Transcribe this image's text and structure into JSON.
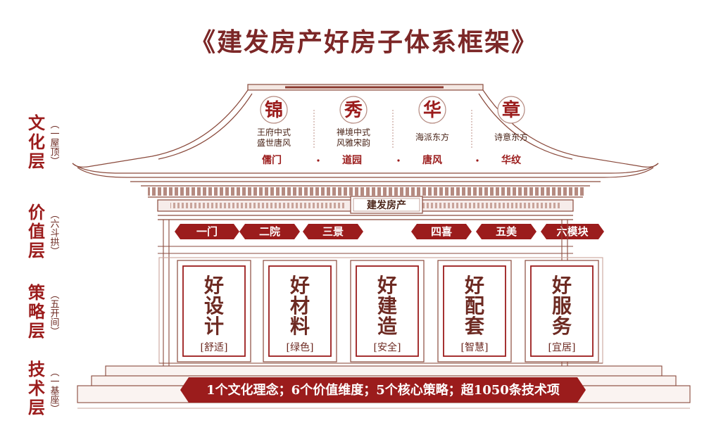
{
  "title": "《建发房产好房子体系框架》",
  "layers": [
    {
      "name": [
        "文",
        "化",
        "层"
      ],
      "note": "（一屋顶）"
    },
    {
      "name": [
        "价",
        "值",
        "层"
      ],
      "note": "（六斗拱）"
    },
    {
      "name": [
        "策",
        "略",
        "层"
      ],
      "note": "（五开间）"
    },
    {
      "name": [
        "技",
        "术",
        "层"
      ],
      "note": "（一基座）"
    }
  ],
  "roof": {
    "items": [
      {
        "char": "锦",
        "desc": [
          "王府中式",
          "盛世唐风"
        ]
      },
      {
        "char": "秀",
        "desc": [
          "禅境中式",
          "风雅宋韵"
        ]
      },
      {
        "char": "华",
        "desc": [
          "海派东方"
        ]
      },
      {
        "char": "章",
        "desc": [
          "诗意东方"
        ]
      }
    ],
    "styles": [
      "儒门",
      "道园",
      "唐风",
      "华纹"
    ]
  },
  "plaque": "建发房产",
  "brackets": [
    "一门",
    "二院",
    "三景",
    "四喜",
    "五美",
    "六模块"
  ],
  "bays": [
    {
      "lines": [
        "好",
        "设",
        "计"
      ],
      "tag": "[舒适]"
    },
    {
      "lines": [
        "好",
        "材",
        "料"
      ],
      "tag": "[绿色]"
    },
    {
      "lines": [
        "好",
        "建",
        "造"
      ],
      "tag": "[安全]"
    },
    {
      "lines": [
        "好",
        "配",
        "套"
      ],
      "tag": "[智慧]"
    },
    {
      "lines": [
        "好",
        "服",
        "务"
      ],
      "tag": "[宜居]"
    }
  ],
  "foundation": "1个文化理念；6个价值维度；5个核心策略；超1050条技术项",
  "colors": {
    "primary": "#9b1c1c",
    "line": "#8a4a3c",
    "pale": "#ecd9d2"
  }
}
